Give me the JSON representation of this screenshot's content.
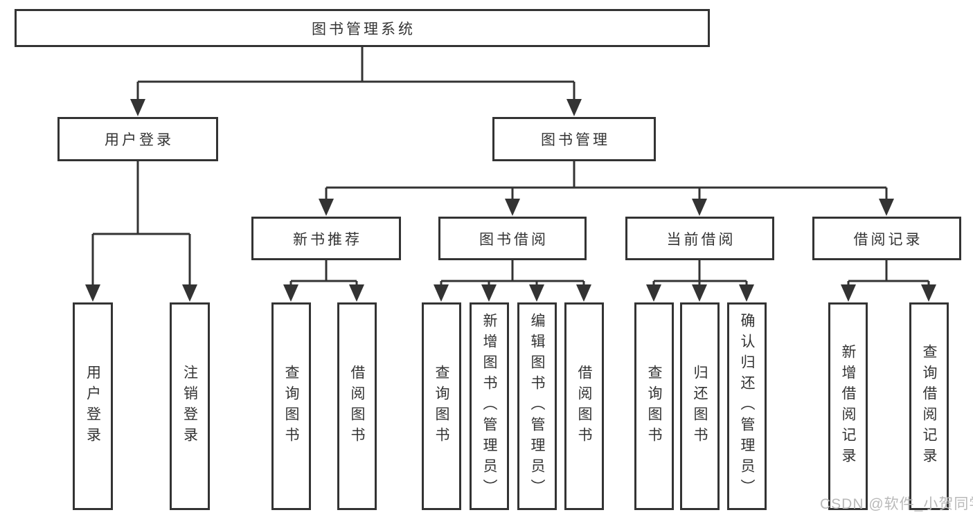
{
  "diagram": {
    "type": "hierarchy-tree",
    "tree": {
      "label": "图书管理系统",
      "children": [
        {
          "label": "用户登录",
          "children": [
            {
              "label": "用户登录"
            },
            {
              "label": "注销登录"
            }
          ]
        },
        {
          "label": "图书管理",
          "children": [
            {
              "label": "新书推荐",
              "children": [
                {
                  "label": "查询图书"
                },
                {
                  "label": "借阅图书"
                }
              ]
            },
            {
              "label": "图书借阅",
              "children": [
                {
                  "label": "查询图书"
                },
                {
                  "label": "新增图书（管理员）"
                },
                {
                  "label": "编辑图书（管理员）"
                },
                {
                  "label": "借阅图书"
                }
              ]
            },
            {
              "label": "当前借阅",
              "children": [
                {
                  "label": "查询图书"
                },
                {
                  "label": "归还图书"
                },
                {
                  "label": "确认归还（管理员）"
                }
              ]
            },
            {
              "label": "借阅记录",
              "children": [
                {
                  "label": "新增借阅记录"
                },
                {
                  "label": "查询借阅记录"
                }
              ]
            }
          ]
        }
      ]
    },
    "colors": {
      "line": "#333333",
      "box_border": "#333333",
      "box_background": "#ffffff",
      "text": "#333333",
      "watermark": "#b9b9b9"
    }
  },
  "watermark": {
    "text": "CSDN @软件_小贺同学"
  }
}
